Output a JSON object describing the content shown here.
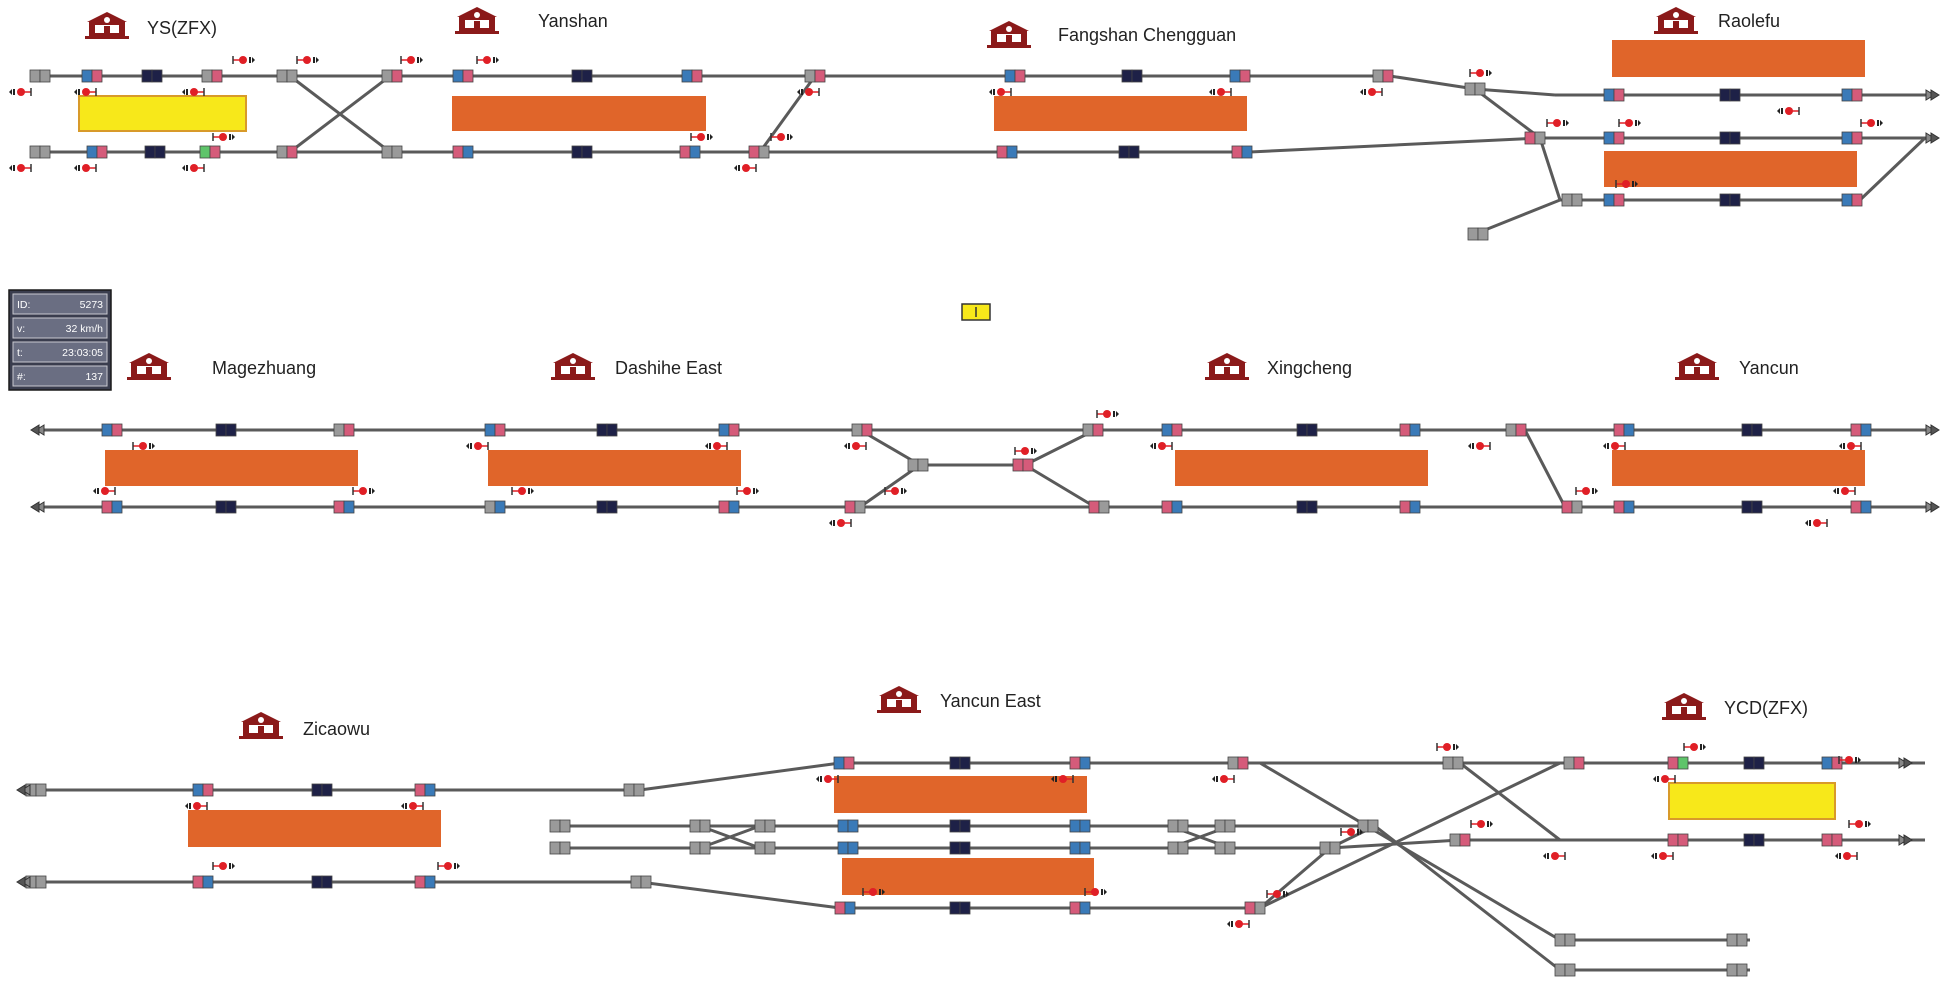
{
  "stations": [
    {
      "name": "YS(ZFX)"
    },
    {
      "name": "Yanshan"
    },
    {
      "name": "Fangshan Chengguan"
    },
    {
      "name": "Raolefu"
    },
    {
      "name": "Magezhuang"
    },
    {
      "name": "Dashihe East"
    },
    {
      "name": "Xingcheng"
    },
    {
      "name": "Yancun"
    },
    {
      "name": "Zicaowu"
    },
    {
      "name": "Yancun East"
    },
    {
      "name": "YCD(ZFX)"
    }
  ],
  "train_info": {
    "rows": [
      {
        "label": "ID:",
        "value": "5273"
      },
      {
        "label": "v:",
        "value": "32 km/h"
      },
      {
        "label": "t:",
        "value": "23:03:05"
      },
      {
        "label": "#:",
        "value": "137"
      }
    ]
  },
  "colors": {
    "track": "#5a5a5a",
    "platform": "#e0652a",
    "platform_active": "#f7e81a",
    "signal_red": "#e01f26",
    "block_pink": "#d55b7a",
    "block_blue": "#3a7ab8",
    "block_gray": "#9a9a9a",
    "block_navy": "#1e2147",
    "station_icon": "#8b1a1a",
    "info_panel": "#5c6074"
  }
}
